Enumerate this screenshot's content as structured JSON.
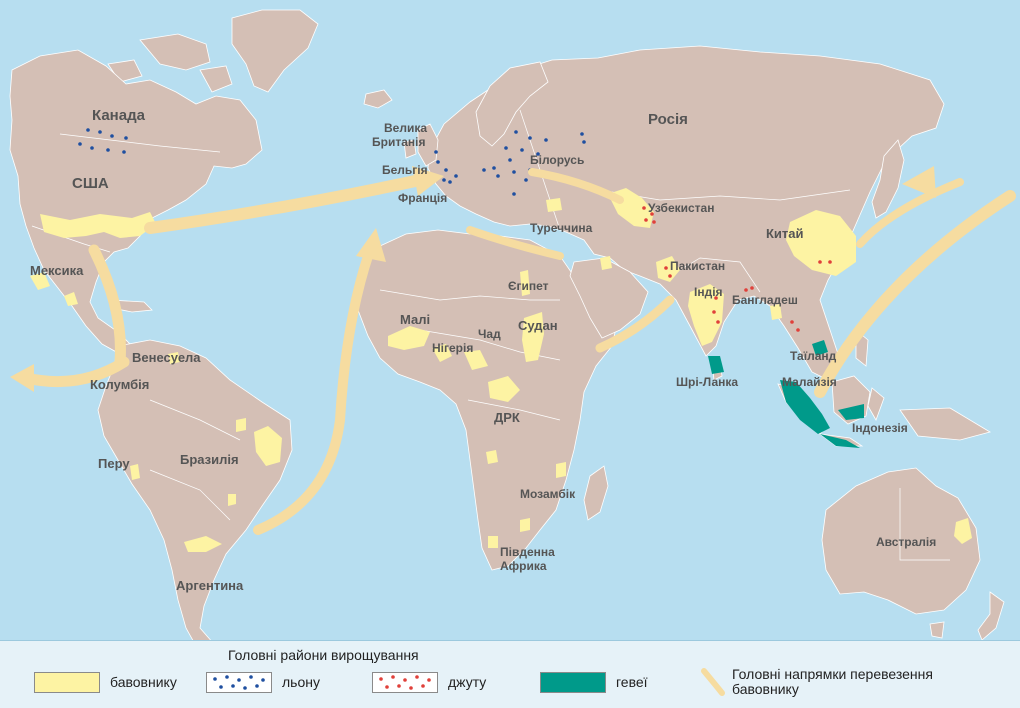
{
  "colors": {
    "ocean": "#b7def0",
    "land": "#d4bfb5",
    "cotton": "#fdf3a3",
    "flax_dot": "#1f4fa0",
    "jute_dot": "#e0403a",
    "rubber": "#009a8a",
    "arrow": "#f6dca0",
    "label": "#555555"
  },
  "countries": {
    "canada": "Канада",
    "usa": "США",
    "mexico": "Мексика",
    "venezuela": "Венесуела",
    "colombia": "Колумбія",
    "peru": "Перу",
    "brazil": "Бразилія",
    "argentina": "Аргентина",
    "uk_line1": "Велика",
    "uk_line2": "Британія",
    "belgium": "Бельгія",
    "france": "Франція",
    "belarus": "Білорусь",
    "russia": "Росія",
    "turkey": "Туреччина",
    "uzbekistan": "Узбекистан",
    "pakistan": "Пакистан",
    "india": "Індія",
    "bangladesh": "Бангладеш",
    "china": "Китай",
    "thailand": "Таїланд",
    "malaysia": "Малайзія",
    "indonesia": "Індонезія",
    "sri_lanka": "Шрі-Ланка",
    "egypt": "Єгипет",
    "mali": "Малі",
    "chad": "Чад",
    "sudan": "Судан",
    "nigeria": "Нігерія",
    "drc": "ДРК",
    "mozambique": "Мозамбік",
    "south_africa_line1": "Південна",
    "south_africa_line2": "Африка",
    "australia": "Австралія"
  },
  "legend": {
    "title": "Головні райони вирощування",
    "items": [
      {
        "label": "бавовнику",
        "icon": "cotton-swatch"
      },
      {
        "label": "льону",
        "icon": "flax-dots-swatch"
      },
      {
        "label": "джуту",
        "icon": "jute-dots-swatch"
      },
      {
        "label": "гевеї",
        "icon": "rubber-swatch"
      }
    ],
    "arrow_label_line1": "Головні напрямки перевезення",
    "arrow_label_line2": "бавовнику",
    "arrow_icon": "trade-arrow-icon"
  }
}
